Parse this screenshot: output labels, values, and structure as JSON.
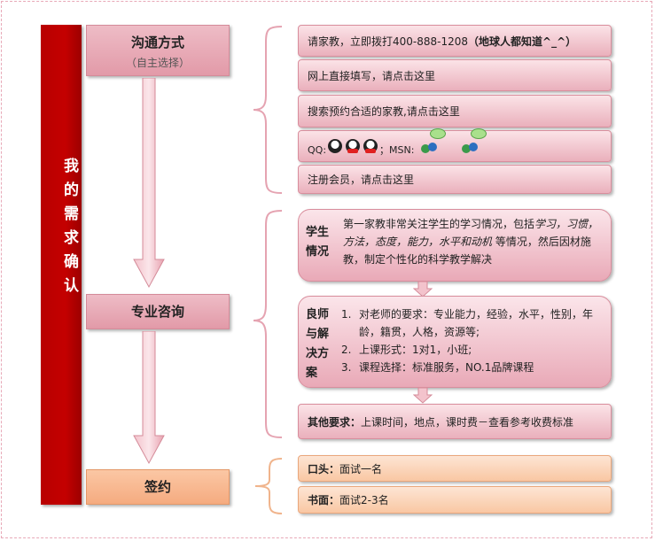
{
  "side_bar": {
    "label": "我的需求确认"
  },
  "stages": {
    "contact": {
      "title": "沟通方式",
      "subtitle": "（自主选择）"
    },
    "consult": {
      "title": "专业咨询"
    },
    "sign": {
      "title": "签约"
    }
  },
  "contact_items": [
    {
      "text_prefix": "请家教，立即拨打400-888-1208",
      "text_bold": "（地球人都知道^_^）"
    },
    {
      "text": "网上直接填写，请点击这里"
    },
    {
      "text": "搜索预约合适的家教,请点击这里"
    },
    {
      "qq_label": "QQ:",
      "msn_label": "；MSN:"
    },
    {
      "text": "注册会员，请点击这里"
    }
  ],
  "consult_blocks": {
    "student": {
      "head": "学生情况",
      "line1": "第一家教非常关注学生的学习情况，包括",
      "em1": "学习，习惯，方法，态度，能力，水平和动机",
      "line2": " 等情况，然后因材施教，制定个性化的科学教学解决"
    },
    "solution": {
      "head": "良师与解决方案",
      "items": [
        {
          "num": "1.",
          "text": "对老师的要求：专业能力，经验，水平，性别，年龄，籍贯，人格，资源等;"
        },
        {
          "num": "2.",
          "text": "上课形式：1对1，小班;"
        },
        {
          "num": "3.",
          "text": "课程选择：标准服务，NO.1品牌课程"
        }
      ]
    },
    "other": {
      "label": "其他要求：",
      "text": "上课时间，地点，课时费－查看参考收费标准"
    }
  },
  "sign_items": [
    {
      "label": "口头：",
      "text": "面试一名"
    },
    {
      "label": "书面：",
      "text": "面试2-3名"
    }
  ],
  "colors": {
    "bar_red": "#c40000",
    "pink": "#e29aa8",
    "orange": "#f5ab80"
  }
}
